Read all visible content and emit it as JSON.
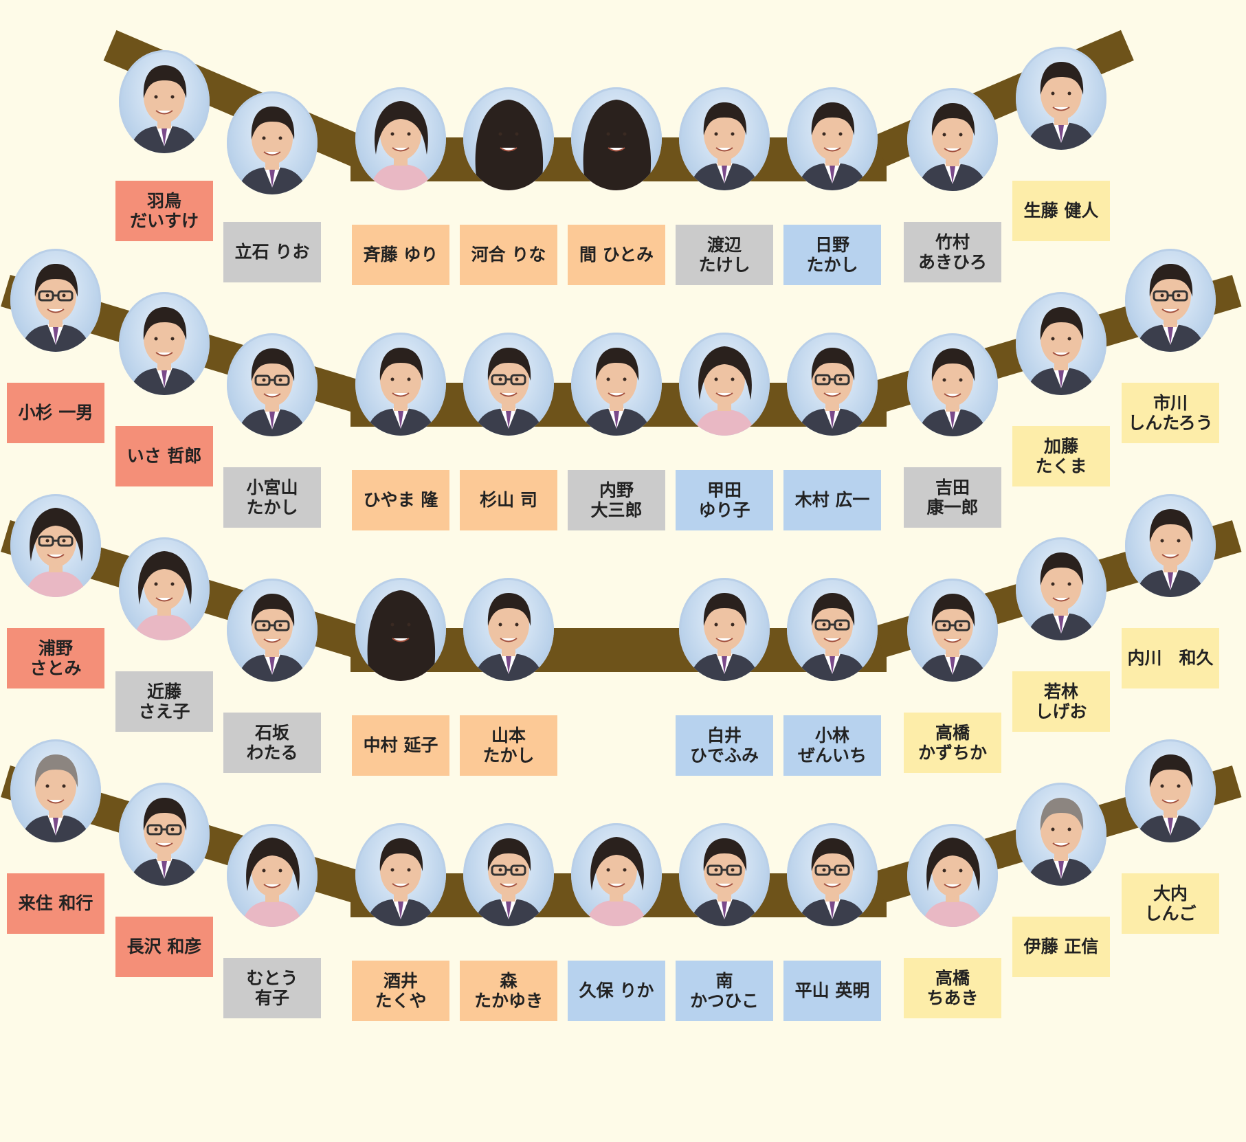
{
  "colors": {
    "background": "#fefbe8",
    "band": "#6e531a",
    "red": "#f48f78",
    "gray": "#cbcbcb",
    "orange": "#fcc996",
    "blue": "#b7d2ee",
    "yellow": "#fdeda9"
  },
  "rows": [
    {
      "left": [
        {
          "name": "羽鳥\nだいすけ",
          "color": "red",
          "hair": "dark"
        },
        {
          "name": "立石 りお",
          "color": "gray",
          "hair": "dark"
        }
      ],
      "center": [
        {
          "name": "斉藤 ゆり",
          "color": "orange",
          "hair": "short-f"
        },
        {
          "name": "河合 りな",
          "color": "orange",
          "hair": "long-f"
        },
        {
          "name": "間 ひとみ",
          "color": "orange",
          "hair": "long-f"
        },
        {
          "name": "渡辺\nたけし",
          "color": "gray",
          "hair": "dark"
        },
        {
          "name": "日野\nたかし",
          "color": "blue",
          "hair": "dark"
        }
      ],
      "right": [
        {
          "name": "竹村\nあきひろ",
          "color": "gray",
          "hair": "dark"
        },
        {
          "name": "生藤 健人",
          "color": "yellow",
          "hair": "dark"
        }
      ]
    },
    {
      "left": [
        {
          "name": "小杉 一男",
          "color": "red",
          "hair": "glasses"
        },
        {
          "name": "いさ 哲郎",
          "color": "red",
          "hair": "dark"
        },
        {
          "name": "小宮山\nたかし",
          "color": "gray",
          "hair": "glasses"
        }
      ],
      "center": [
        {
          "name": "ひやま 隆",
          "color": "orange",
          "hair": "dark"
        },
        {
          "name": "杉山 司",
          "color": "orange",
          "hair": "glasses"
        },
        {
          "name": "内野\n大三郎",
          "color": "gray",
          "hair": "dark"
        },
        {
          "name": "甲田\nゆり子",
          "color": "blue",
          "hair": "short-f"
        },
        {
          "name": "木村 広一",
          "color": "blue",
          "hair": "glasses"
        }
      ],
      "right": [
        {
          "name": "吉田\n康一郎",
          "color": "gray",
          "hair": "dark"
        },
        {
          "name": "加藤\nたくま",
          "color": "yellow",
          "hair": "dark"
        },
        {
          "name": "市川\nしんたろう",
          "color": "yellow",
          "hair": "glasses"
        }
      ]
    },
    {
      "left": [
        {
          "name": "浦野\nさとみ",
          "color": "red",
          "hair": "glasses-f"
        },
        {
          "name": "近藤\nさえ子",
          "color": "gray",
          "hair": "short-f"
        },
        {
          "name": "石坂\nわたる",
          "color": "gray",
          "hair": "glasses"
        }
      ],
      "center": [
        {
          "name": "中村 延子",
          "color": "orange",
          "hair": "long-f"
        },
        {
          "name": "山本\nたかし",
          "color": "orange",
          "hair": "dark"
        },
        {
          "name": "白井\nひでふみ",
          "color": "blue",
          "hair": "dark"
        },
        {
          "name": "小林\nぜんいち",
          "color": "blue",
          "hair": "glasses"
        }
      ],
      "right": [
        {
          "name": "高橋\nかずちか",
          "color": "yellow",
          "hair": "glasses"
        },
        {
          "name": "若林\nしげお",
          "color": "yellow",
          "hair": "dark"
        },
        {
          "name": "内川　和久",
          "color": "yellow",
          "hair": "dark"
        }
      ]
    },
    {
      "left": [
        {
          "name": "来住 和行",
          "color": "red",
          "hair": "gray"
        },
        {
          "name": "長沢 和彦",
          "color": "red",
          "hair": "glasses"
        },
        {
          "name": "むとう\n有子",
          "color": "gray",
          "hair": "short-f"
        }
      ],
      "center": [
        {
          "name": "酒井\nたくや",
          "color": "orange",
          "hair": "dark"
        },
        {
          "name": "森\nたかゆき",
          "color": "orange",
          "hair": "glasses"
        },
        {
          "name": "久保 りか",
          "color": "blue",
          "hair": "short-f"
        },
        {
          "name": "南\nかつひこ",
          "color": "blue",
          "hair": "glasses"
        },
        {
          "name": "平山 英明",
          "color": "blue",
          "hair": "glasses"
        }
      ],
      "right": [
        {
          "name": "高橋\nちあき",
          "color": "yellow",
          "hair": "short-f"
        },
        {
          "name": "伊藤 正信",
          "color": "yellow",
          "hair": "gray"
        },
        {
          "name": "大内\nしんご",
          "color": "yellow",
          "hair": "dark"
        }
      ]
    }
  ]
}
